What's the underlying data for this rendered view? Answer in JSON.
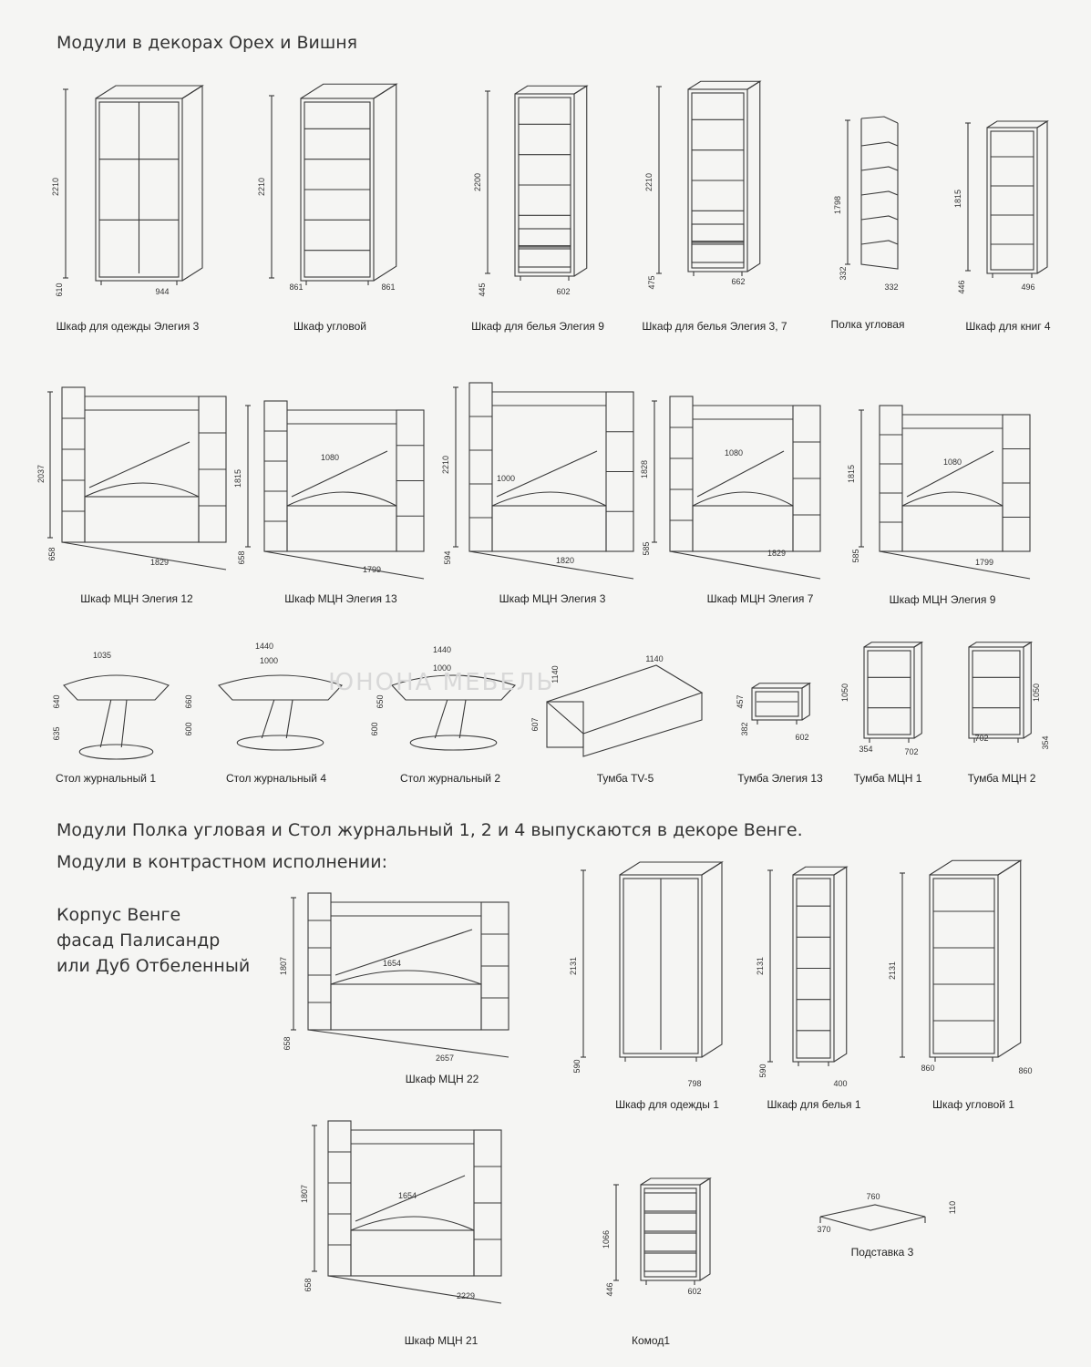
{
  "headings": {
    "top": "Модули в декорах Орех и Вишня",
    "venge_note": "Модули Полка угловая и Стол журнальный 1, 2 и 4 выпускаются в декоре Венге.",
    "contrast": "Модули в контрастном исполнении:"
  },
  "contrast_note": [
    "Корпус Венге",
    "фасад Палисандр",
    "или Дуб Отбеленный"
  ],
  "watermark": "ЮНОНА МЕБЕЛЬ",
  "row1": [
    {
      "label": "Шкаф для одежды Элегия 3",
      "dims": [
        "2210",
        "610",
        "944"
      ]
    },
    {
      "label": "Шкаф угловой",
      "dims": [
        "2210",
        "861",
        "861"
      ]
    },
    {
      "label": "Шкаф для белья Элегия 9",
      "dims": [
        "2200",
        "445",
        "602"
      ]
    },
    {
      "label": "Шкаф для белья Элегия 3, 7",
      "dims": [
        "2210",
        "475",
        "662"
      ]
    },
    {
      "label": "Полка угловая",
      "dims": [
        "1798",
        "332",
        "332"
      ]
    },
    {
      "label": "Шкаф для книг 4",
      "dims": [
        "1815",
        "446",
        "496"
      ]
    }
  ],
  "row2": [
    {
      "label": "Шкаф МЦН Элегия 12",
      "dims": [
        "2037",
        "658",
        "1829"
      ]
    },
    {
      "label": "Шкаф МЦН Элегия 13",
      "dims": [
        "1815",
        "658",
        "1799",
        "1080"
      ]
    },
    {
      "label": "Шкаф МЦН Элегия 3",
      "dims": [
        "2210",
        "594",
        "1820",
        "1000"
      ]
    },
    {
      "label": "Шкаф МЦН Элегия 7",
      "dims": [
        "1828",
        "585",
        "1829",
        "1080"
      ]
    },
    {
      "label": "Шкаф МЦН Элегия 9",
      "dims": [
        "1815",
        "585",
        "1799",
        "1080"
      ]
    }
  ],
  "row3": [
    {
      "label": "Стол журнальный 1",
      "dims": [
        "1035",
        "640",
        "635"
      ]
    },
    {
      "label": "Стол журнальный 4",
      "dims": [
        "1440",
        "1000",
        "660",
        "600"
      ]
    },
    {
      "label": "Стол журнальный 2",
      "dims": [
        "1440",
        "1000",
        "650",
        "600"
      ]
    },
    {
      "label": "Тумба TV-5",
      "dims": [
        "1140",
        "1140",
        "607"
      ]
    },
    {
      "label": "Тумба Элегия 13",
      "dims": [
        "457",
        "382",
        "602"
      ]
    },
    {
      "label": "Тумба МЦН 1",
      "dims": [
        "1050",
        "354",
        "702"
      ]
    },
    {
      "label": "Тумба МЦН 2",
      "dims": [
        "1050",
        "702",
        "354"
      ]
    }
  ],
  "row4": [
    {
      "label": "Шкаф МЦН 22",
      "dims": [
        "1807",
        "658",
        "2657",
        "1654"
      ]
    },
    {
      "label": "Шкаф для одежды 1",
      "dims": [
        "2131",
        "590",
        "798"
      ]
    },
    {
      "label": "Шкаф для белья 1",
      "dims": [
        "2131",
        "590",
        "400"
      ]
    },
    {
      "label": "Шкаф угловой  1",
      "dims": [
        "2131",
        "860",
        "860"
      ]
    }
  ],
  "row5": [
    {
      "label": "Шкаф МЦН 21",
      "dims": [
        "1807",
        "658",
        "2229",
        "1654"
      ]
    },
    {
      "label": "Комод1",
      "dims": [
        "1066",
        "446",
        "602"
      ]
    },
    {
      "label": "Подставка 3",
      "dims": [
        "760",
        "370",
        "110"
      ]
    }
  ]
}
